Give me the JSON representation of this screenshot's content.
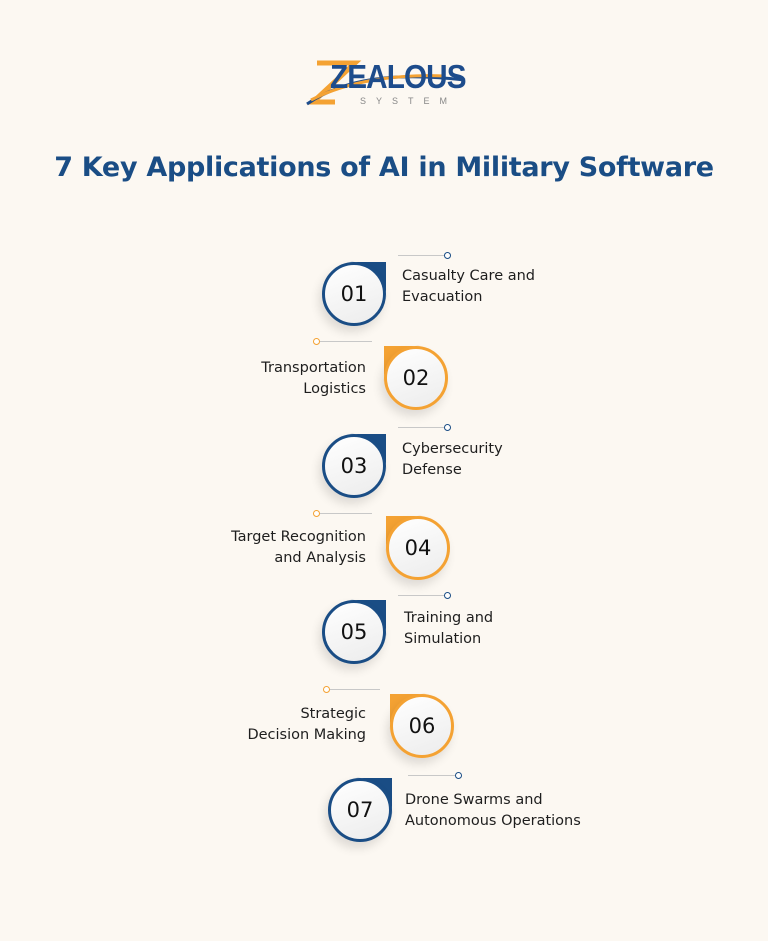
{
  "logo": {
    "name": "ZEALOUS",
    "tagline": "SYSTEM"
  },
  "title": "7 Key Applications of AI in Military Software",
  "colors": {
    "blue": "#1a4d85",
    "orange": "#f4a233",
    "background": "#fcf8f2"
  },
  "items": [
    {
      "number": "01",
      "line1": "Casualty Care and",
      "line2": "Evacuation",
      "side": "right",
      "accent": "blue"
    },
    {
      "number": "02",
      "line1": "Transportation",
      "line2": "Logistics",
      "side": "left",
      "accent": "orange"
    },
    {
      "number": "03",
      "line1": "Cybersecurity",
      "line2": "Defense",
      "side": "right",
      "accent": "blue"
    },
    {
      "number": "04",
      "line1": "Target Recognition",
      "line2": "and Analysis",
      "side": "left",
      "accent": "orange"
    },
    {
      "number": "05",
      "line1": "Training and",
      "line2": "Simulation",
      "side": "right",
      "accent": "blue"
    },
    {
      "number": "06",
      "line1": "Strategic",
      "line2": "Decision Making",
      "side": "left",
      "accent": "orange"
    },
    {
      "number": "07",
      "line1": "Drone Swarms and",
      "line2": "Autonomous Operations",
      "side": "right",
      "accent": "blue"
    }
  ]
}
